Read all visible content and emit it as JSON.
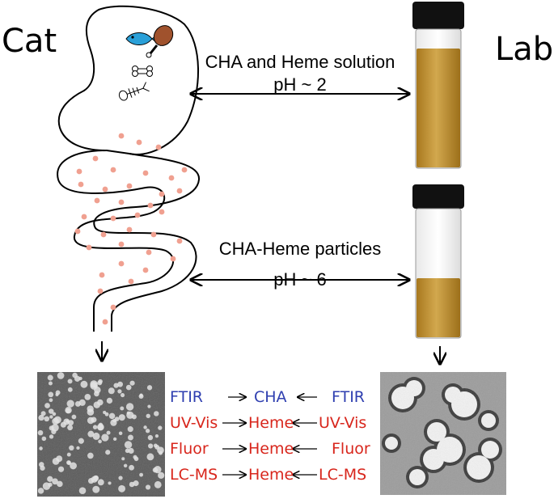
{
  "labels": {
    "left": "Cat",
    "right": "Lab",
    "top_condition": "CHA and Heme solution",
    "top_ph": "pH ~ 2",
    "bottom_condition": "CHA-Heme particles",
    "bottom_ph": "pH ~ 6"
  },
  "techniques": [
    {
      "left": "FTIR",
      "target": "CHA",
      "right": "FTIR",
      "color": "#2f3fb0"
    },
    {
      "left": "UV-Vis",
      "target": "Heme",
      "right": "UV-Vis",
      "color": "#d8261c"
    },
    {
      "left": "Fluor",
      "target": "Heme",
      "right": "Fluor",
      "color": "#d8261c"
    },
    {
      "left": "LC-MS",
      "target": "Heme",
      "right": "LC-MS",
      "color": "#d8261c"
    }
  ],
  "colors": {
    "dot": "#f0a090",
    "fish": "#2aa0d8",
    "drumstick": "#a0522d",
    "liquid": "#c89a3a",
    "cap": "#111111"
  }
}
